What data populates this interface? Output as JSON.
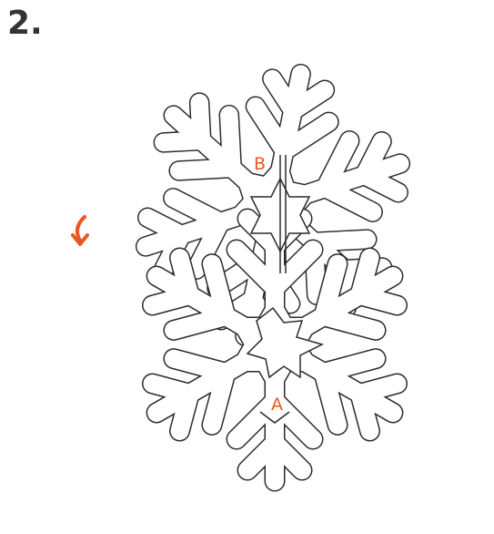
{
  "step": {
    "number": "2."
  },
  "parts": [
    {
      "id": "B",
      "label": "B"
    },
    {
      "id": "A",
      "label": "A"
    }
  ],
  "rotation_icon": "rotate-arrow-icon",
  "colors": {
    "accent": "#e8581e",
    "outline": "#2b2b2b",
    "background": "#ffffff",
    "fill": "#ffffff"
  }
}
